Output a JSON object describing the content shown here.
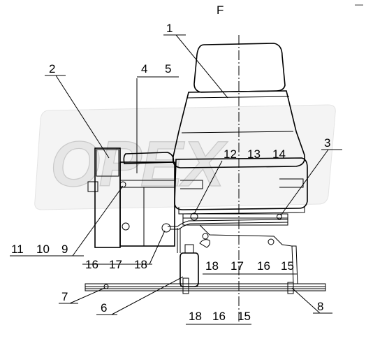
{
  "view_label": "F",
  "corner_mark": "—",
  "watermark": "OPEX",
  "callouts": [
    {
      "id": "c1",
      "text": "1"
    },
    {
      "id": "c2",
      "text": "2"
    },
    {
      "id": "c3",
      "text": "3"
    },
    {
      "id": "c4",
      "text": "4"
    },
    {
      "id": "c5",
      "text": "5"
    },
    {
      "id": "c6",
      "text": "6"
    },
    {
      "id": "c7",
      "text": "7"
    },
    {
      "id": "c8",
      "text": "8"
    },
    {
      "id": "c9",
      "text": "9"
    },
    {
      "id": "c10",
      "text": "10"
    },
    {
      "id": "c11",
      "text": "11"
    },
    {
      "id": "c12",
      "text": "12"
    },
    {
      "id": "c13",
      "text": "13"
    },
    {
      "id": "c14",
      "text": "14"
    },
    {
      "id": "c15a",
      "text": "15"
    },
    {
      "id": "c16a",
      "text": "16"
    },
    {
      "id": "c17a",
      "text": "17"
    },
    {
      "id": "c18a",
      "text": "18"
    },
    {
      "id": "c16b",
      "text": "16"
    },
    {
      "id": "c17b",
      "text": "17"
    },
    {
      "id": "c18b",
      "text": "18"
    },
    {
      "id": "c18c",
      "text": "18"
    },
    {
      "id": "c16c",
      "text": "16"
    },
    {
      "id": "c15c",
      "text": "15"
    }
  ]
}
